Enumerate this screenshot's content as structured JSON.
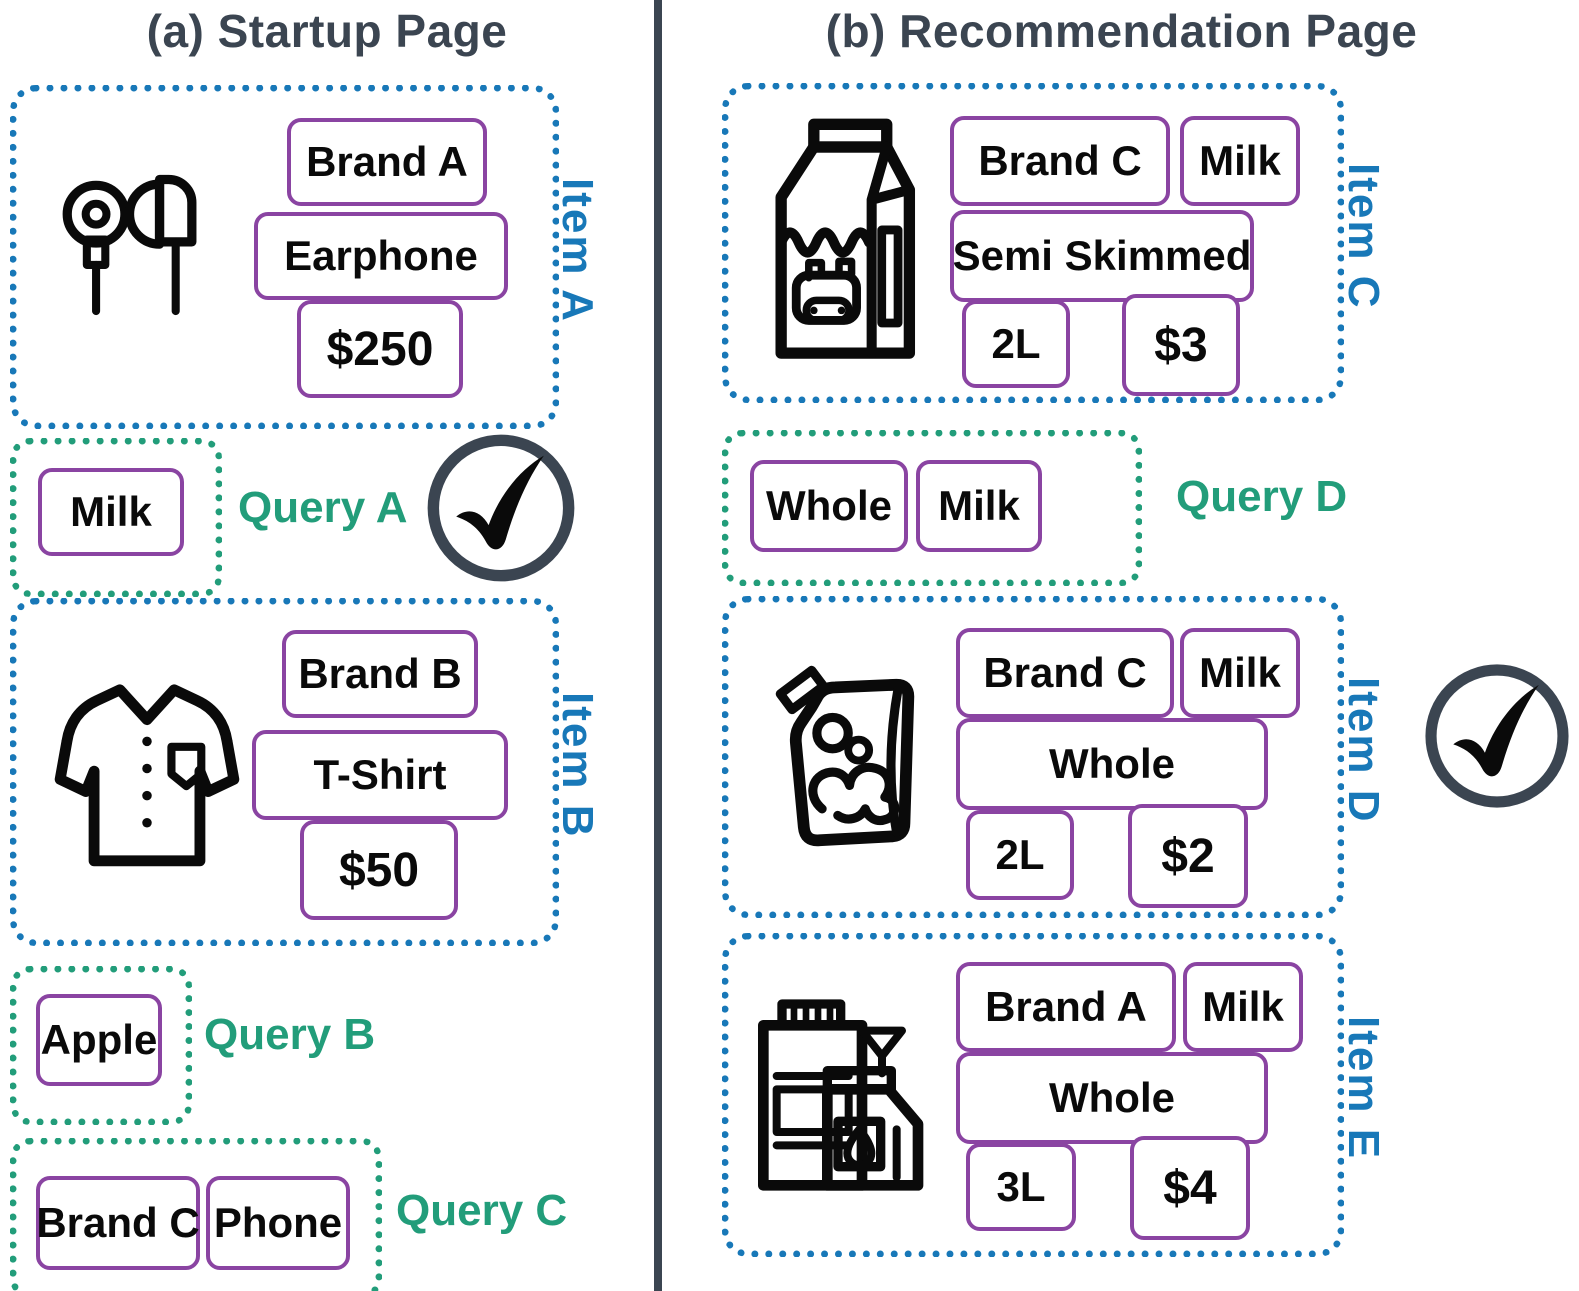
{
  "figure": {
    "left_panel": {
      "title": "(a) Startup Page",
      "item_a": {
        "label": "Item A",
        "icon": "earphones-icon",
        "brand": "Brand A",
        "category": "Earphone",
        "price": "$250"
      },
      "query_a": {
        "label": "Query A",
        "term": "Milk",
        "selected": true,
        "selected_icon": "check-circle-icon"
      },
      "item_b": {
        "label": "Item B",
        "icon": "shirt-icon",
        "brand": "Brand B",
        "category": "T-Shirt",
        "price": "$50"
      },
      "query_b": {
        "label": "Query B",
        "term": "Apple"
      },
      "query_c": {
        "label": "Query C",
        "term_1": "Brand C",
        "term_2": "Phone"
      }
    },
    "right_panel": {
      "title": "(b) Recommendation Page",
      "item_c": {
        "label": "Item C",
        "icon": "milk-carton-icon",
        "brand": "Brand C",
        "category": "Milk",
        "variant": "Semi Skimmed",
        "volume": "2L",
        "price": "$3"
      },
      "query_d": {
        "label": "Query D",
        "term_1": "Whole",
        "term_2": "Milk"
      },
      "item_d": {
        "label": "Item D",
        "icon": "milk-pouch-icon",
        "brand": "Brand C",
        "category": "Milk",
        "variant": "Whole",
        "volume": "2L",
        "price": "$2",
        "selected": true,
        "selected_icon": "check-circle-icon"
      },
      "item_e": {
        "label": "Item E",
        "icon": "milk-bottles-icon",
        "brand": "Brand A",
        "category": "Milk",
        "variant": "Whole",
        "volume": "3L",
        "price": "$4"
      }
    },
    "colors": {
      "item_border": "#1878b8",
      "query_border": "#229d7a",
      "chip_border": "#8a44a2",
      "heading": "#3b4551",
      "check_ring": "#3b4551",
      "check_mark": "#0a0a0a"
    }
  }
}
